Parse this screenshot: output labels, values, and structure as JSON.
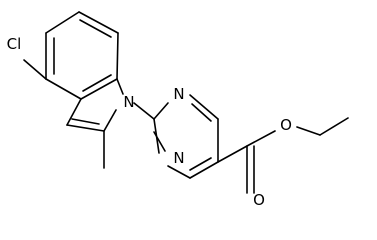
{
  "molecule": {
    "atom_labels": {
      "chloro": "Cl",
      "indole_n": "N",
      "pyrimidine_n_top": "N",
      "pyrimidine_n_bottom": "N",
      "ester_o_single": "O",
      "ester_o_double": "O"
    }
  }
}
